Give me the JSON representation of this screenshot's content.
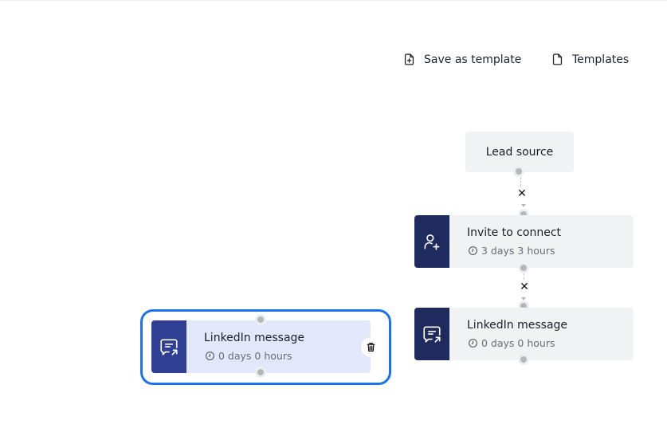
{
  "toolbar": {
    "save_template": "Save as template",
    "templates": "Templates"
  },
  "nodes": {
    "lead_source": {
      "title": "Lead source"
    },
    "invite": {
      "title": "Invite to connect",
      "delay": "3 days 3 hours"
    },
    "message": {
      "title": "LinkedIn message",
      "delay": "0 days 0 hours"
    },
    "selected_message": {
      "title": "LinkedIn message",
      "delay": "0 days 0 hours"
    }
  },
  "colors": {
    "strip": "#1f2a5e",
    "selected_strip": "#2f3f93",
    "selected_bg": "#e3e7fb",
    "selection_outline": "#1a73ee"
  }
}
